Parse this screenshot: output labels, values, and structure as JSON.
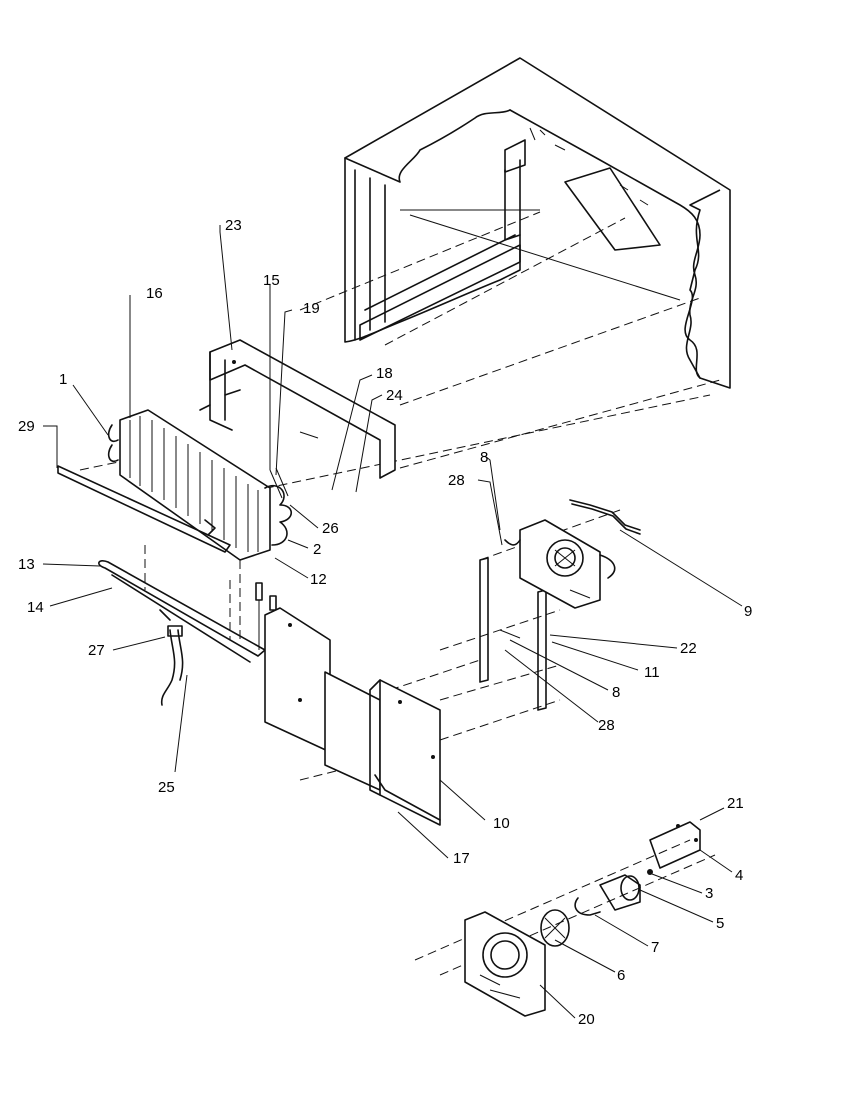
{
  "diagram": {
    "callouts": [
      {
        "id": "c1",
        "text": "1"
      },
      {
        "id": "c2",
        "text": "2"
      },
      {
        "id": "c3",
        "text": "3"
      },
      {
        "id": "c4",
        "text": "4"
      },
      {
        "id": "c5",
        "text": "5"
      },
      {
        "id": "c6",
        "text": "6"
      },
      {
        "id": "c7",
        "text": "7"
      },
      {
        "id": "c8a",
        "text": "8"
      },
      {
        "id": "c8b",
        "text": "8"
      },
      {
        "id": "c9",
        "text": "9"
      },
      {
        "id": "c10",
        "text": "10"
      },
      {
        "id": "c11",
        "text": "11"
      },
      {
        "id": "c12",
        "text": "12"
      },
      {
        "id": "c13",
        "text": "13"
      },
      {
        "id": "c14",
        "text": "14"
      },
      {
        "id": "c15",
        "text": "15"
      },
      {
        "id": "c16",
        "text": "16"
      },
      {
        "id": "c17",
        "text": "17"
      },
      {
        "id": "c18",
        "text": "18"
      },
      {
        "id": "c19",
        "text": "19"
      },
      {
        "id": "c20",
        "text": "20"
      },
      {
        "id": "c21",
        "text": "21"
      },
      {
        "id": "c22",
        "text": "22"
      },
      {
        "id": "c23",
        "text": "23"
      },
      {
        "id": "c24",
        "text": "24"
      },
      {
        "id": "c25",
        "text": "25"
      },
      {
        "id": "c26",
        "text": "26"
      },
      {
        "id": "c27",
        "text": "27"
      },
      {
        "id": "c28a",
        "text": "28"
      },
      {
        "id": "c28b",
        "text": "28"
      },
      {
        "id": "c29",
        "text": "29"
      }
    ]
  }
}
